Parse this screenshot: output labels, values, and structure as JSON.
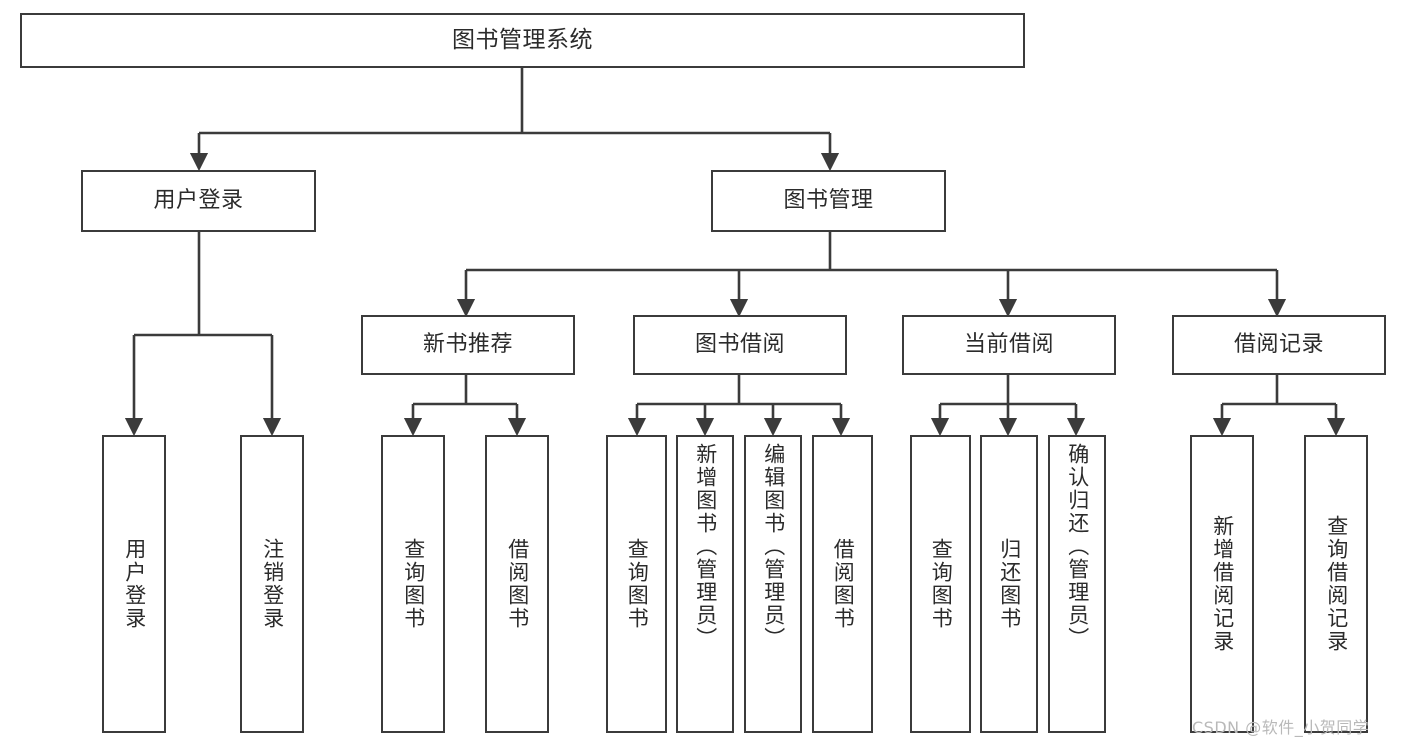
{
  "diagram": {
    "type": "tree-hierarchy",
    "title": "图书管理系统",
    "root": {
      "id": "root",
      "label": "图书管理系统"
    },
    "level2": [
      {
        "id": "user-login",
        "label": "用户登录"
      },
      {
        "id": "book-manage",
        "label": "图书管理"
      }
    ],
    "level3": [
      {
        "id": "new-book-rec",
        "label": "新书推荐",
        "parent": "book-manage"
      },
      {
        "id": "book-borrow",
        "label": "图书借阅",
        "parent": "book-manage"
      },
      {
        "id": "current-borrow",
        "label": "当前借阅",
        "parent": "book-manage"
      },
      {
        "id": "borrow-record",
        "label": "借阅记录",
        "parent": "book-manage"
      }
    ],
    "leaves": {
      "user_login": [
        {
          "id": "leaf-user-login",
          "label": "用户登录"
        },
        {
          "id": "leaf-user-logout",
          "label": "注销登录"
        }
      ],
      "new_book_rec": [
        {
          "id": "leaf-query-book-1",
          "label": "查询图书"
        },
        {
          "id": "leaf-borrow-book-1",
          "label": "借阅图书"
        }
      ],
      "book_borrow": [
        {
          "id": "leaf-query-book-2",
          "label": "查询图书"
        },
        {
          "id": "leaf-add-book-admin",
          "label": "新增图书（管理员）"
        },
        {
          "id": "leaf-edit-book-admin",
          "label": "编辑图书（管理员）"
        },
        {
          "id": "leaf-borrow-book-2",
          "label": "借阅图书"
        }
      ],
      "current_borrow": [
        {
          "id": "leaf-query-book-3",
          "label": "查询图书"
        },
        {
          "id": "leaf-return-book",
          "label": "归还图书"
        },
        {
          "id": "leaf-confirm-return-admin",
          "label": "确认归还（管理员）"
        }
      ],
      "borrow_record": [
        {
          "id": "leaf-add-borrow-record",
          "label": "新增借阅记录"
        },
        {
          "id": "leaf-query-borrow-record",
          "label": "查询借阅记录"
        }
      ]
    }
  },
  "watermark": {
    "text": "CSDN @软件_小贺同学"
  },
  "colors": {
    "border": "#3b3b3b",
    "text": "#2b2b2b",
    "background": "#ffffff",
    "edge": "#3b3b3b",
    "watermark": "#b9b9b9"
  }
}
